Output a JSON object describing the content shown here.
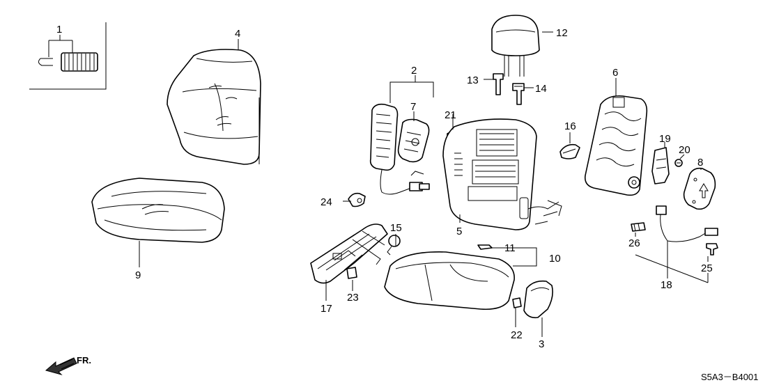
{
  "callouts": [
    {
      "id": "c1",
      "text": "1"
    },
    {
      "id": "c2",
      "text": "2"
    },
    {
      "id": "c3",
      "text": "3"
    },
    {
      "id": "c4",
      "text": "4"
    },
    {
      "id": "c5",
      "text": "5"
    },
    {
      "id": "c6",
      "text": "6"
    },
    {
      "id": "c7",
      "text": "7"
    },
    {
      "id": "c8",
      "text": "8"
    },
    {
      "id": "c9",
      "text": "9"
    },
    {
      "id": "c10",
      "text": "10"
    },
    {
      "id": "c11",
      "text": "11"
    },
    {
      "id": "c12",
      "text": "12"
    },
    {
      "id": "c13",
      "text": "13"
    },
    {
      "id": "c14",
      "text": "14"
    },
    {
      "id": "c15",
      "text": "15"
    },
    {
      "id": "c16",
      "text": "16"
    },
    {
      "id": "c17",
      "text": "17"
    },
    {
      "id": "c18",
      "text": "18"
    },
    {
      "id": "c19",
      "text": "19"
    },
    {
      "id": "c20",
      "text": "20"
    },
    {
      "id": "c21",
      "text": "21"
    },
    {
      "id": "c22",
      "text": "22"
    },
    {
      "id": "c23",
      "text": "23"
    },
    {
      "id": "c24",
      "text": "24"
    },
    {
      "id": "c25",
      "text": "25"
    },
    {
      "id": "c26",
      "text": "26"
    }
  ],
  "direction_label": "FR.",
  "diagram_code": "S5A3－B4001"
}
